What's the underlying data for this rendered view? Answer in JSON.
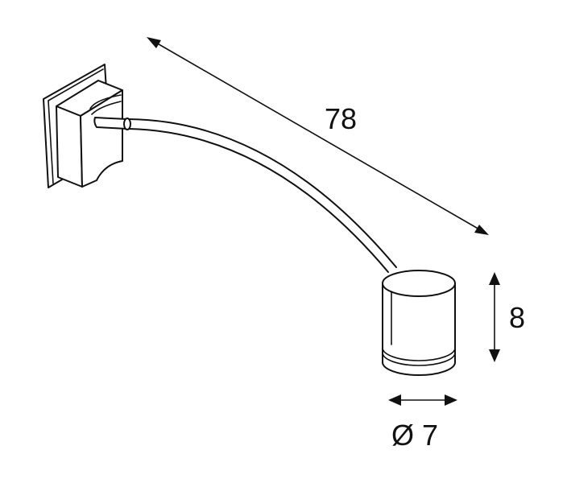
{
  "dimensions": {
    "length_label": "78",
    "height_label": "8",
    "diameter_label": "Ø 7"
  },
  "colors": {
    "line": "#111111",
    "background": "#ffffff"
  }
}
